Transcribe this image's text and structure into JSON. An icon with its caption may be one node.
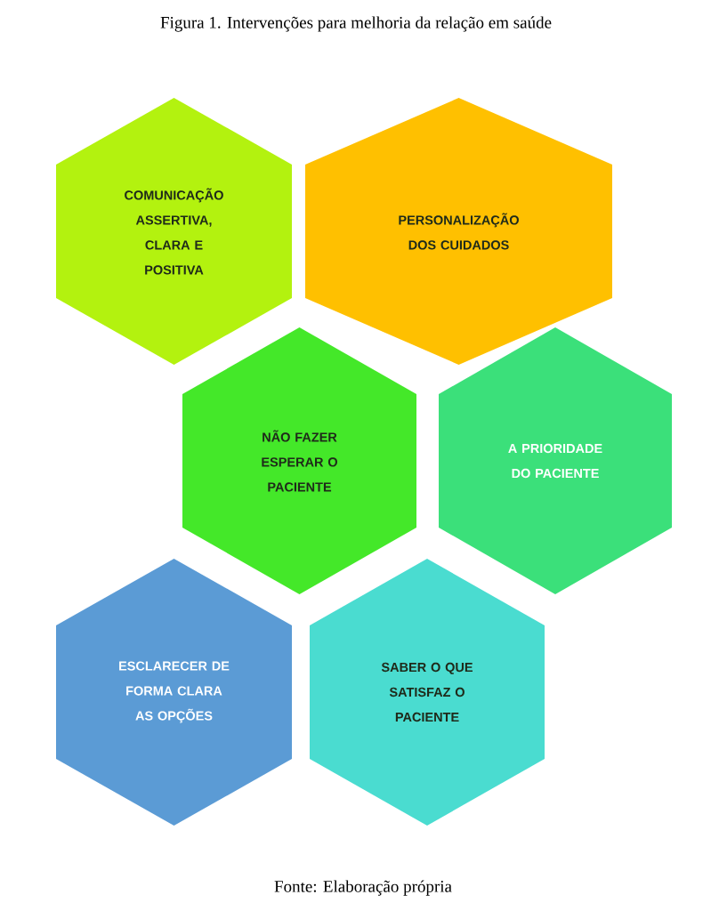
{
  "diagram": {
    "title": "Figura 1. Intervenções para melhoria da relação em saúde",
    "caption": "Fonte: Elaboração própria",
    "nodes": [
      {
        "text": [
          "COMUNICAÇÃO ASSERTIVA, CLARA E POSITIVA"
        ]
      },
      {
        "text": [
          "PERSONALIZAÇÃO DOS CUIDADOS"
        ]
      },
      {
        "text": [
          "NÃO FAZER ESPERAR O PACIENTE"
        ]
      },
      {
        "text": [
          "A PRIORIDADE DO PACIENTE"
        ]
      },
      {
        "text": [
          "ESCLARECER DE FORMA CLARA AS OPÇÕES"
        ]
      },
      {
        "text": [
          "SABER O QUE SATISFAZ O PACIENTE"
        ]
      }
    ]
  }
}
